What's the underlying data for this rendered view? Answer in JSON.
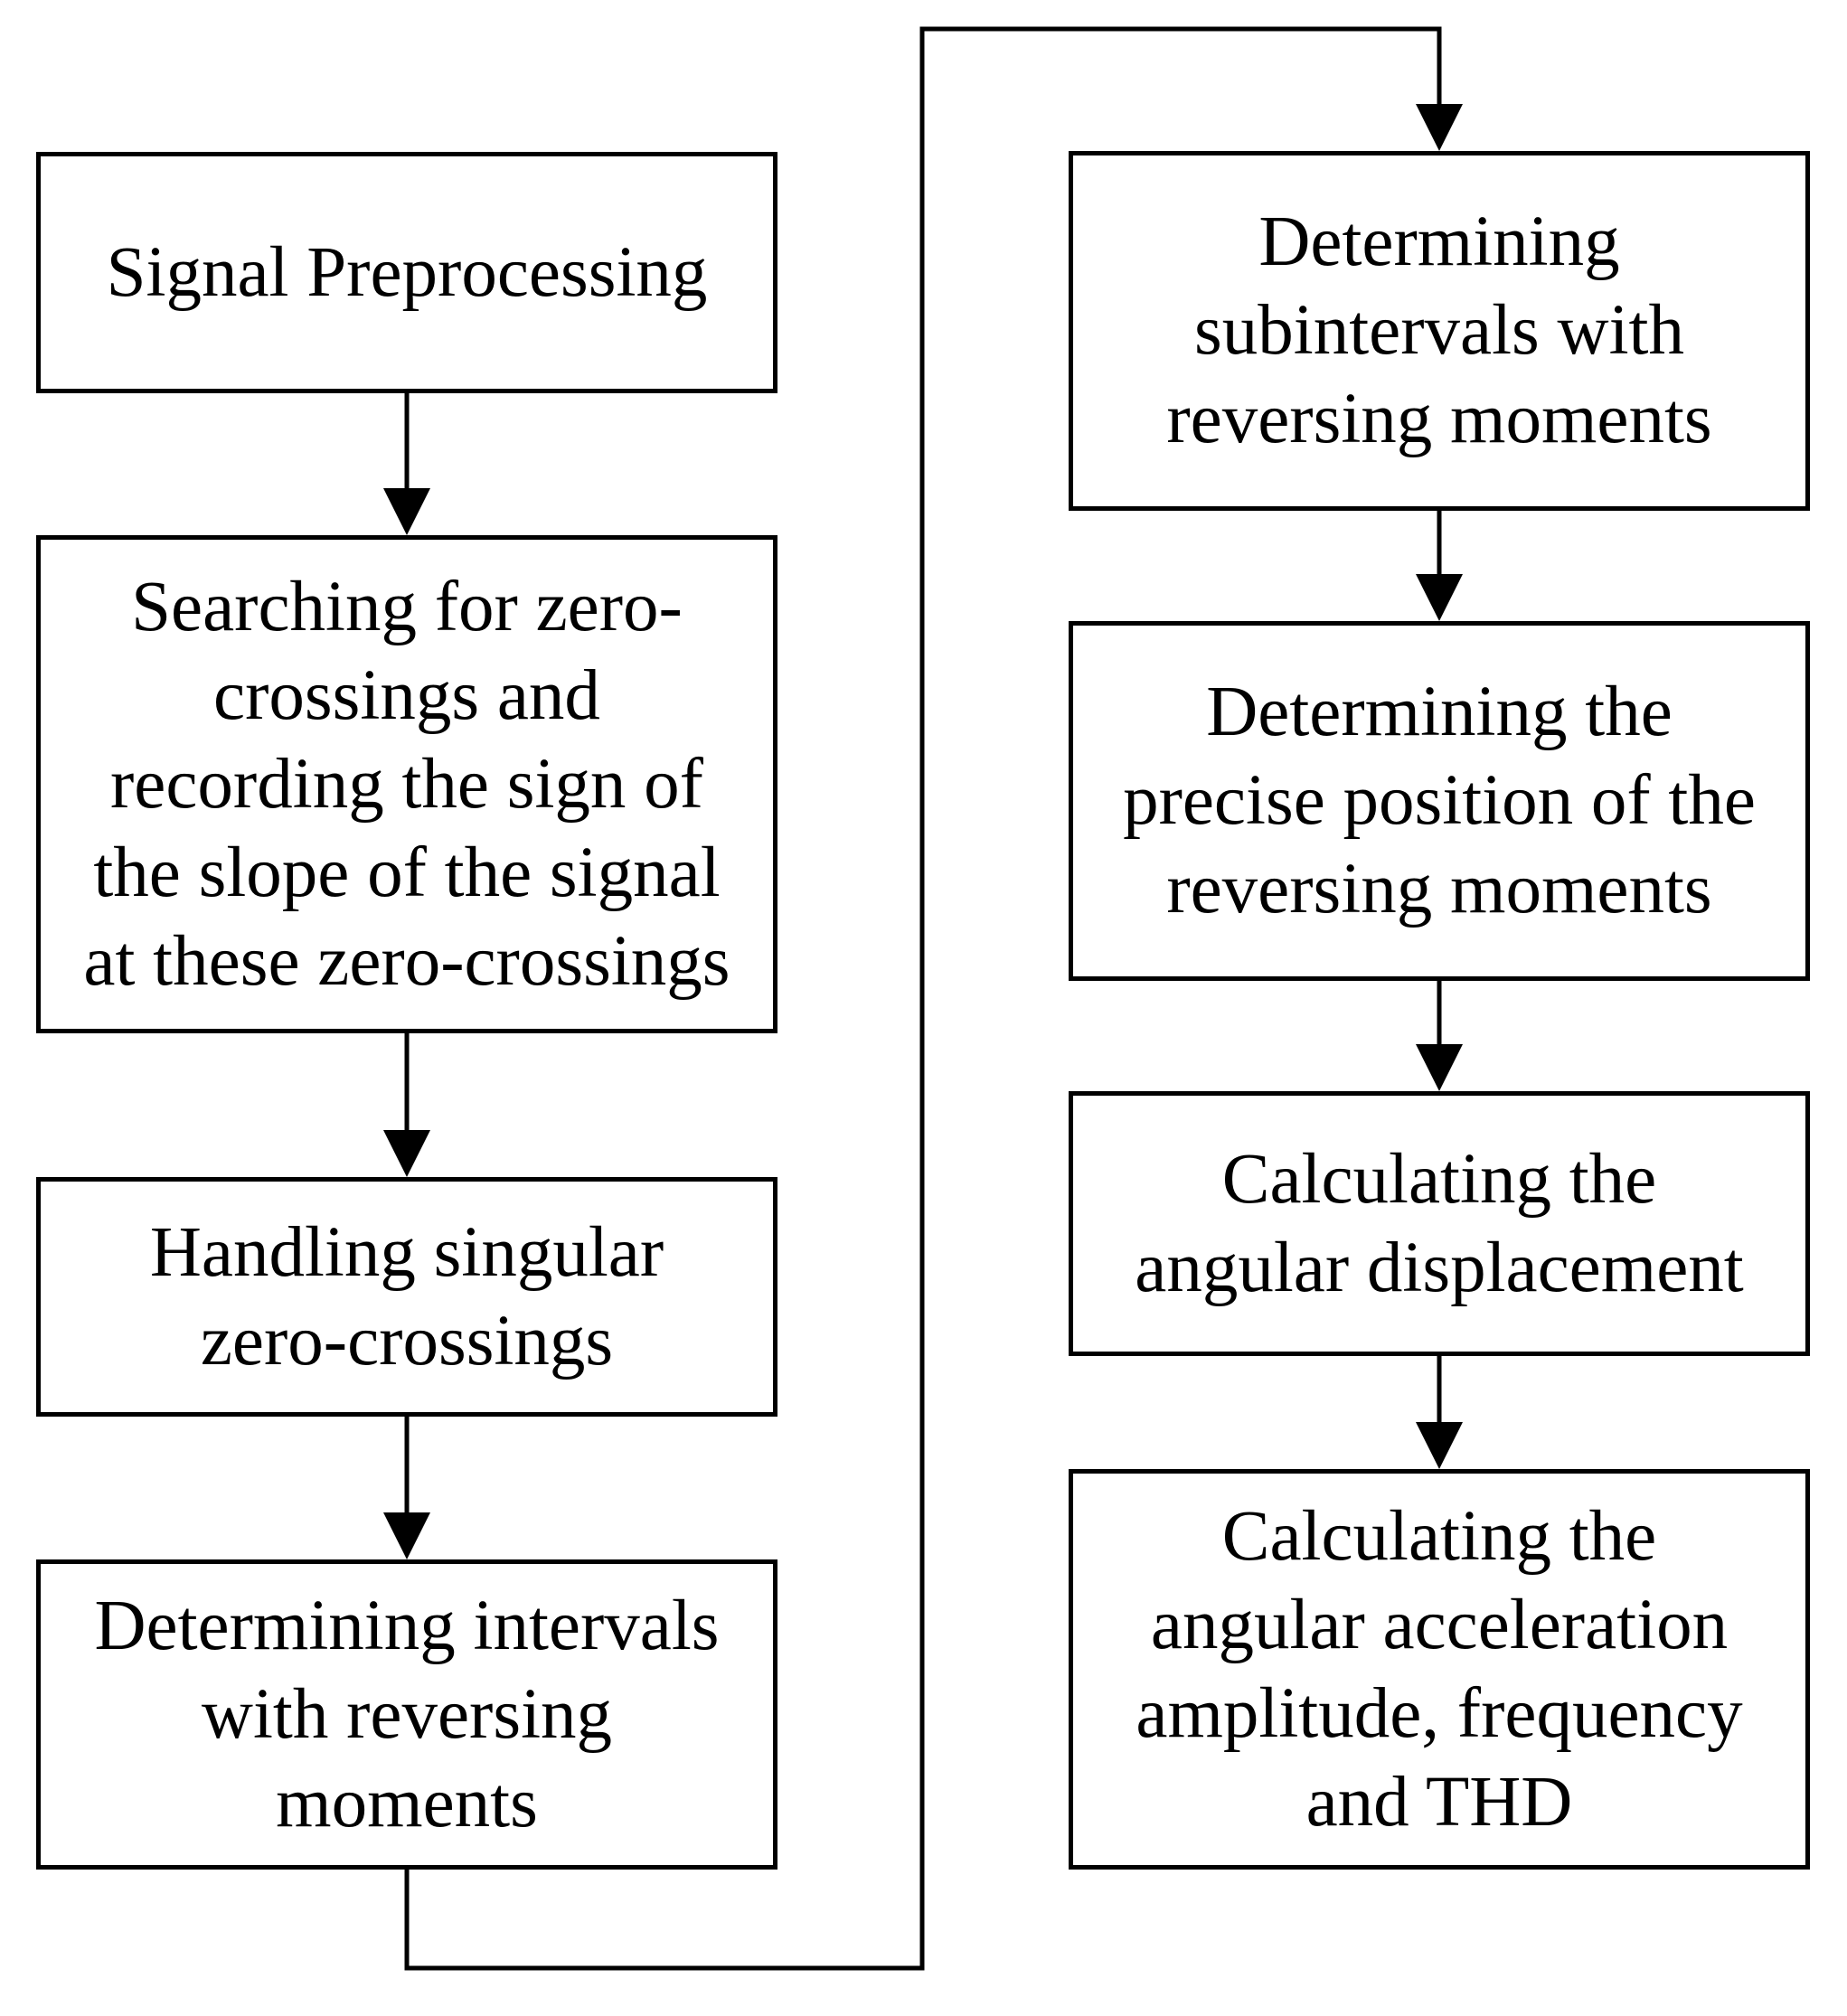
{
  "flowchart": {
    "steps": [
      {
        "id": "signal-preprocessing",
        "label": "Signal Preprocessing"
      },
      {
        "id": "searching-zero-crossings",
        "label": "Searching for zero-\ncrossings and\nrecording the sign of\nthe slope of the signal\nat these zero-crossings"
      },
      {
        "id": "handling-singular",
        "label": "Handling singular\nzero-crossings"
      },
      {
        "id": "determining-intervals",
        "label": "Determining intervals\nwith reversing\nmoments"
      },
      {
        "id": "determining-subintervals",
        "label": "Determining\nsubintervals with\nreversing moments"
      },
      {
        "id": "determining-precise-position",
        "label": "Determining the\nprecise position of the\nreversing moments"
      },
      {
        "id": "calculating-angular-displacement",
        "label": "Calculating the\nangular displacement"
      },
      {
        "id": "calculating-angular-acceleration",
        "label": "Calculating the\nangular acceleration\namplitude, frequency\nand THD"
      }
    ],
    "colors": {
      "stroke": "#000000",
      "fill": "#ffffff",
      "text": "#000000"
    }
  }
}
